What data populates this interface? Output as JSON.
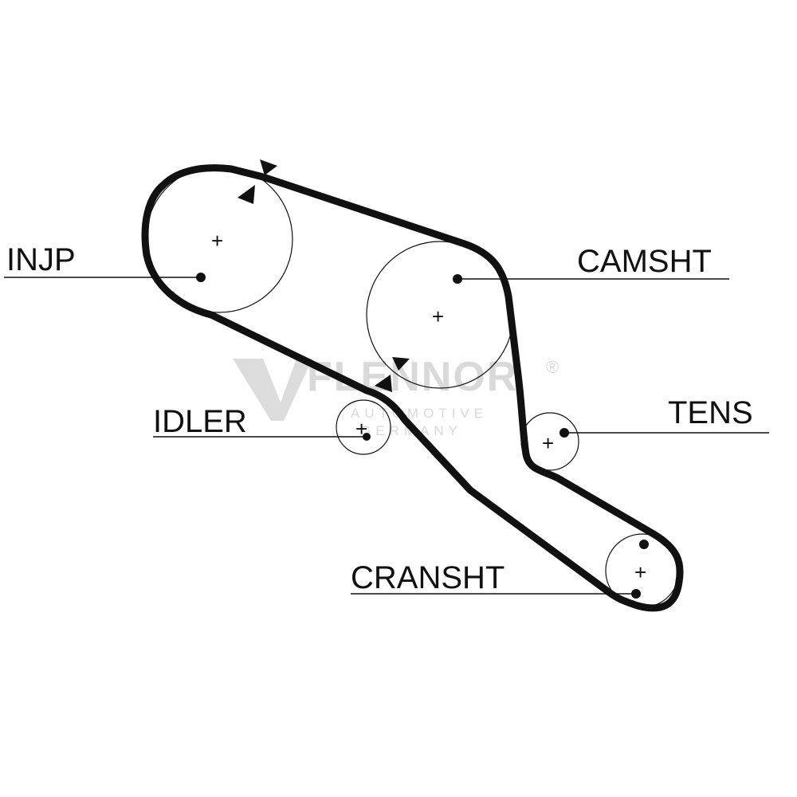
{
  "labels": {
    "injp": "INJP",
    "camsht": "CAMSHT",
    "tens": "TENS",
    "idler": "IDLER",
    "cransht": "CRANSHT"
  },
  "watermark": {
    "brand": "FLENNOR",
    "line1": "AUTOMOTIVE",
    "line2": "GERMANY",
    "registered": "®"
  },
  "colors": {
    "belt": "#111111",
    "watermark": "#d9d9d9"
  }
}
